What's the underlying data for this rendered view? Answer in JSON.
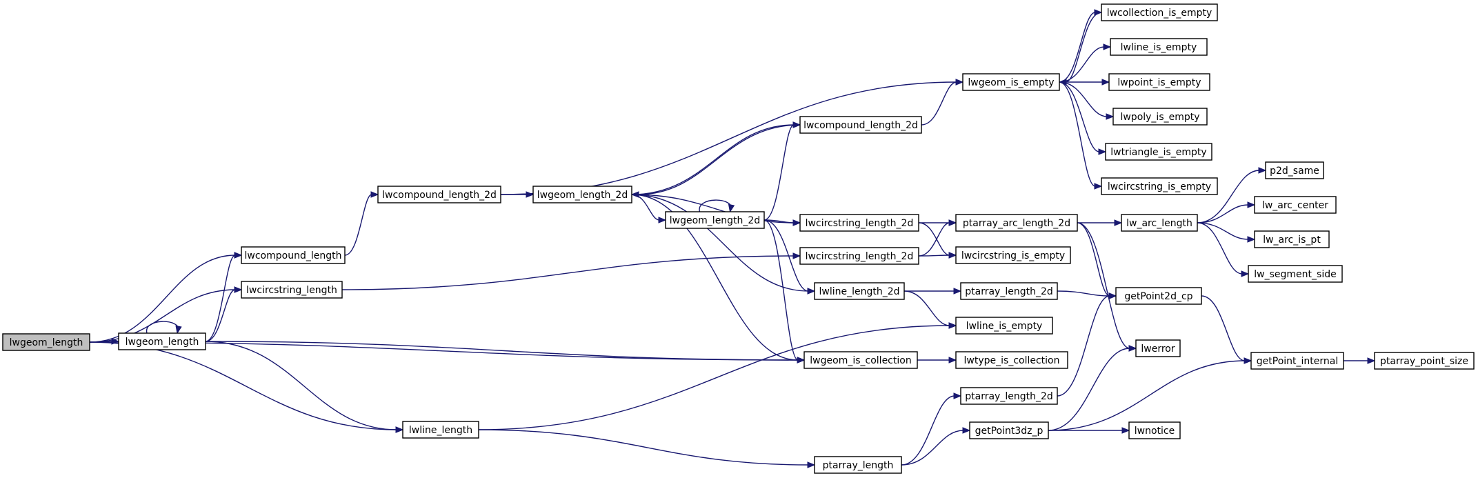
{
  "nodes": {
    "n_lwgeom_length_root": "lwgeom_length",
    "n_lwgeom_length": "lwgeom_length",
    "n_lwcompound_length": "lwcompound_length",
    "n_lwcircstring_length": "lwcircstring_length",
    "n_lwline_length": "lwline_length",
    "n_lwcompound_length_2d_a": "lwcompound_length_2d",
    "n_lwgeom_length_2d_a": "lwgeom_length_2d",
    "n_lwgeom_length_2d_b": "lwgeom_length_2d",
    "n_lwcompound_length_2d_b": "lwcompound_length_2d",
    "n_lwcircstring_length_2d_a": "lwcircstring_length_2d",
    "n_lwcircstring_length_2d_b": "lwcircstring_length_2d",
    "n_lwline_length_2d": "lwline_length_2d",
    "n_lwgeom_is_collection": "lwgeom_is_collection",
    "n_lwgeom_is_empty": "lwgeom_is_empty",
    "n_ptarray_arc_length_2d": "ptarray_arc_length_2d",
    "n_lwcircstring_is_empty": "lwcircstring_is_empty",
    "n_ptarray_length_2d_a": "ptarray_length_2d",
    "n_lwline_is_empty": "lwline_is_empty",
    "n_lwtype_is_collection": "lwtype_is_collection",
    "n_ptarray_length_2d_b": "ptarray_length_2d",
    "n_getPoint3dz_p": "getPoint3dz_p",
    "n_ptarray_length": "ptarray_length",
    "n_lwcollection_is_empty": "lwcollection_is_empty",
    "n_lwline_is_empty_top": "lwline_is_empty",
    "n_lwpoint_is_empty": "lwpoint_is_empty",
    "n_lwpoly_is_empty": "lwpoly_is_empty",
    "n_lwtriangle_is_empty": "lwtriangle_is_empty",
    "n_lwcircstring_is_empty_top": "lwcircstring_is_empty",
    "n_lw_arc_length": "lw_arc_length",
    "n_getPoint2d_cp": "getPoint2d_cp",
    "n_lwerror": "lwerror",
    "n_lwnotice": "lwnotice",
    "n_p2d_same": "p2d_same",
    "n_lw_arc_center": "lw_arc_center",
    "n_lw_arc_is_pt": "lw_arc_is_pt",
    "n_lw_segment_side": "lw_segment_side",
    "n_getPoint_internal": "getPoint_internal",
    "n_ptarray_point_size": "ptarray_point_size"
  },
  "edges": [
    [
      "n_lwgeom_length_root",
      "n_lwgeom_length"
    ],
    [
      "n_lwgeom_length_root",
      "n_lwcompound_length"
    ],
    [
      "n_lwgeom_length_root",
      "n_lwcircstring_length"
    ],
    [
      "n_lwgeom_length_root",
      "n_lwgeom_is_collection"
    ],
    [
      "n_lwgeom_length_root",
      "n_lwline_length"
    ],
    [
      "n_lwgeom_length",
      "n_lwgeom_length"
    ],
    [
      "n_lwgeom_length",
      "n_lwcompound_length"
    ],
    [
      "n_lwgeom_length",
      "n_lwcircstring_length"
    ],
    [
      "n_lwgeom_length",
      "n_lwgeom_is_collection"
    ],
    [
      "n_lwgeom_length",
      "n_lwline_length"
    ],
    [
      "n_lwcompound_length",
      "n_lwcompound_length_2d_a"
    ],
    [
      "n_lwcircstring_length",
      "n_lwcircstring_length_2d_b"
    ],
    [
      "n_lwline_length",
      "n_lwline_is_empty"
    ],
    [
      "n_lwline_length",
      "n_ptarray_length"
    ],
    [
      "n_lwcompound_length_2d_a",
      "n_lwgeom_length_2d_a"
    ],
    [
      "n_lwcompound_length_2d_a",
      "n_lwgeom_is_empty"
    ],
    [
      "n_lwgeom_length_2d_a",
      "n_lwgeom_length_2d_b"
    ],
    [
      "n_lwgeom_length_2d_a",
      "n_lwcompound_length_2d_b"
    ],
    [
      "n_lwgeom_length_2d_a",
      "n_lwcircstring_length_2d_a"
    ],
    [
      "n_lwgeom_length_2d_a",
      "n_lwline_length_2d"
    ],
    [
      "n_lwgeom_length_2d_a",
      "n_lwgeom_is_collection"
    ],
    [
      "n_lwgeom_length_2d_b",
      "n_lwgeom_length_2d_b"
    ],
    [
      "n_lwgeom_length_2d_b",
      "n_lwcompound_length_2d_b"
    ],
    [
      "n_lwgeom_length_2d_b",
      "n_lwcircstring_length_2d_a"
    ],
    [
      "n_lwgeom_length_2d_b",
      "n_lwline_length_2d"
    ],
    [
      "n_lwgeom_length_2d_b",
      "n_lwgeom_is_collection"
    ],
    [
      "n_lwcompound_length_2d_b",
      "n_lwgeom_length_2d_a"
    ],
    [
      "n_lwcompound_length_2d_b",
      "n_lwgeom_is_empty"
    ],
    [
      "n_lwcircstring_length_2d_a",
      "n_ptarray_arc_length_2d"
    ],
    [
      "n_lwcircstring_length_2d_a",
      "n_lwcircstring_is_empty"
    ],
    [
      "n_lwcircstring_length_2d_b",
      "n_ptarray_arc_length_2d"
    ],
    [
      "n_lwcircstring_length_2d_b",
      "n_lwcircstring_is_empty"
    ],
    [
      "n_lwline_length_2d",
      "n_ptarray_length_2d_a"
    ],
    [
      "n_lwline_length_2d",
      "n_lwline_is_empty"
    ],
    [
      "n_lwgeom_is_collection",
      "n_lwtype_is_collection"
    ],
    [
      "n_lwgeom_is_empty",
      "n_lwcollection_is_empty"
    ],
    [
      "n_lwgeom_is_empty",
      "n_lwline_is_empty_top"
    ],
    [
      "n_lwgeom_is_empty",
      "n_lwpoint_is_empty"
    ],
    [
      "n_lwgeom_is_empty",
      "n_lwpoly_is_empty"
    ],
    [
      "n_lwgeom_is_empty",
      "n_lwtriangle_is_empty"
    ],
    [
      "n_lwgeom_is_empty",
      "n_lwcircstring_is_empty_top"
    ],
    [
      "n_lwcollection_is_empty",
      "n_lwgeom_is_empty"
    ],
    [
      "n_ptarray_arc_length_2d",
      "n_lw_arc_length"
    ],
    [
      "n_ptarray_arc_length_2d",
      "n_getPoint2d_cp"
    ],
    [
      "n_ptarray_arc_length_2d",
      "n_lwerror"
    ],
    [
      "n_ptarray_length_2d_a",
      "n_getPoint2d_cp"
    ],
    [
      "n_ptarray_length_2d_b",
      "n_getPoint2d_cp"
    ],
    [
      "n_ptarray_length",
      "n_ptarray_length_2d_b"
    ],
    [
      "n_ptarray_length",
      "n_getPoint3dz_p"
    ],
    [
      "n_getPoint3dz_p",
      "n_lwerror"
    ],
    [
      "n_getPoint3dz_p",
      "n_lwnotice"
    ],
    [
      "n_getPoint3dz_p",
      "n_getPoint_internal"
    ],
    [
      "n_lw_arc_length",
      "n_p2d_same"
    ],
    [
      "n_lw_arc_length",
      "n_lw_arc_center"
    ],
    [
      "n_lw_arc_length",
      "n_lw_arc_is_pt"
    ],
    [
      "n_lw_arc_length",
      "n_lw_segment_side"
    ],
    [
      "n_getPoint2d_cp",
      "n_getPoint_internal"
    ],
    [
      "n_getPoint_internal",
      "n_ptarray_point_size"
    ]
  ],
  "colors": {
    "edge": "#191970",
    "root_fill": "#bfbfbf",
    "node_fill": "#ffffff"
  }
}
